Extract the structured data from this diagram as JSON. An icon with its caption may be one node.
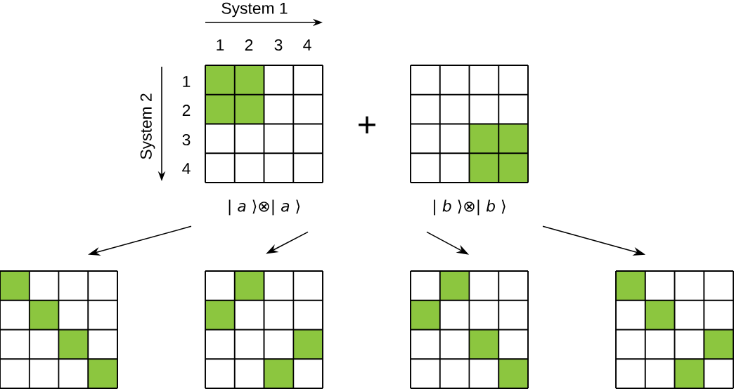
{
  "diagram": {
    "nodes": [
      {
        "text": [],
        "shape": "grid",
        "beside": [
          "| *a* ⟩⊗| *a* ⟩"
        ]
      },
      {
        "text": [],
        "shape": "grid",
        "beside": [
          "| *b* ⟩⊗| *b* ⟩"
        ]
      },
      {
        "text": [],
        "shape": "grid"
      },
      {
        "text": [],
        "shape": "grid"
      },
      {
        "text": [],
        "shape": "grid"
      },
      {
        "text": [],
        "shape": "grid"
      }
    ],
    "edges": [
      {
        "from": 0,
        "to": 2,
        "arrow": "to"
      },
      {
        "from": 0,
        "to": 3,
        "arrow": "to"
      },
      {
        "from": 1,
        "to": 4,
        "arrow": "to"
      },
      {
        "from": 1,
        "to": 5,
        "arrow": "to"
      }
    ],
    "labels": [
      "System 1",
      "1",
      "2",
      "3",
      "4",
      "System 2",
      "1",
      "2",
      "3",
      "4",
      "+"
    ]
  }
}
